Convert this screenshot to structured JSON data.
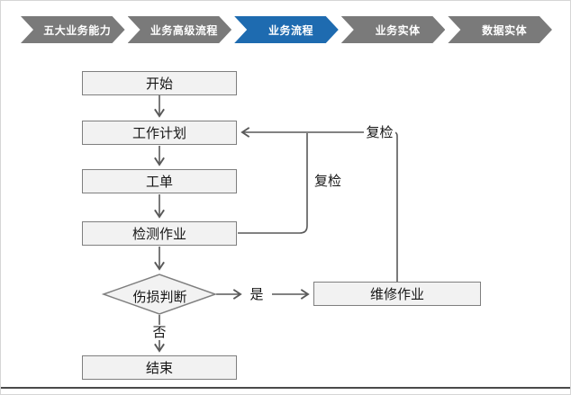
{
  "nav": {
    "items": [
      {
        "label": "五大业务能力",
        "active": false
      },
      {
        "label": "业务高级流程",
        "active": false
      },
      {
        "label": "业务流程",
        "active": true
      },
      {
        "label": "业务实体",
        "active": false
      },
      {
        "label": "数据实体",
        "active": false
      }
    ]
  },
  "flowchart": {
    "nodes": {
      "start": "开始",
      "plan": "工作计划",
      "order": "工单",
      "inspect": "检测作业",
      "decision": "伤损判断",
      "repair": "维修作业",
      "end": "结束"
    },
    "labels": {
      "yes": "是",
      "no": "否",
      "recheck_mid": "复检",
      "recheck_top": "复检"
    }
  },
  "colors": {
    "active_tab": "#1e6bb0",
    "inactive_tab": "#7a7a7a",
    "box_fill": "#f2f2f2",
    "box_border": "#7f7f7f",
    "connector": "#595959"
  }
}
